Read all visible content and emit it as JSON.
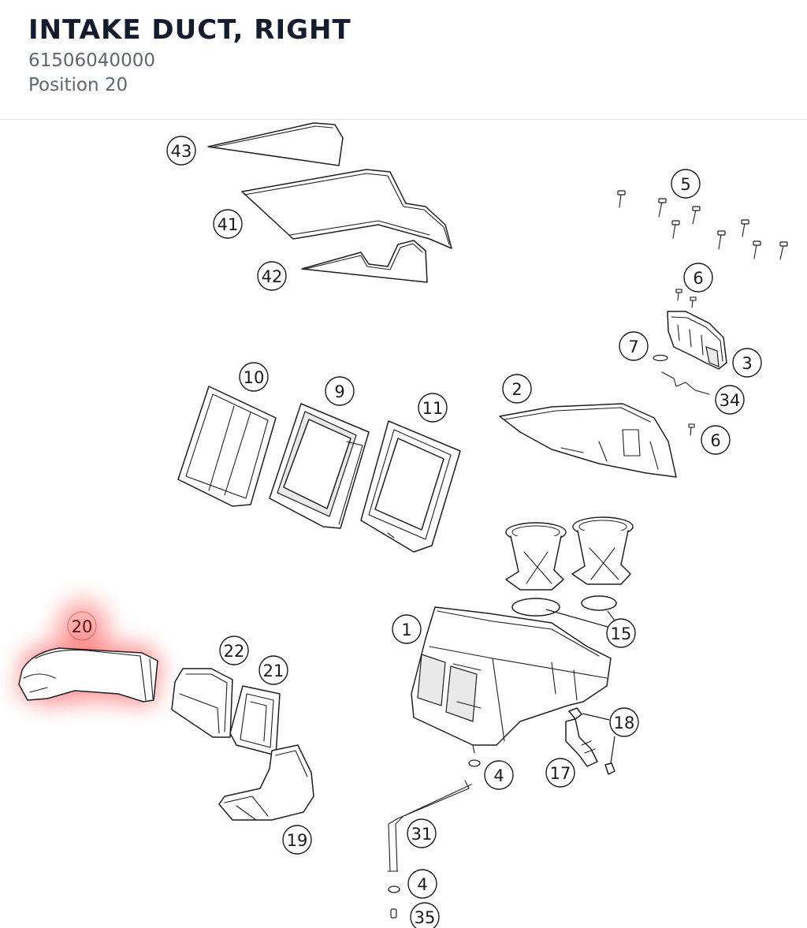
{
  "header": {
    "title": "INTAKE DUCT, RIGHT",
    "part_number": "61506040000",
    "position": "Position 20"
  },
  "highlight": {
    "position_label": "20",
    "color": "#ff3b3b"
  },
  "callouts": [
    {
      "id": "c43",
      "label": "43"
    },
    {
      "id": "c41",
      "label": "41"
    },
    {
      "id": "c42",
      "label": "42"
    },
    {
      "id": "c5",
      "label": "5"
    },
    {
      "id": "c6a",
      "label": "6"
    },
    {
      "id": "c7",
      "label": "7"
    },
    {
      "id": "c3",
      "label": "3"
    },
    {
      "id": "c34",
      "label": "34"
    },
    {
      "id": "c6b",
      "label": "6"
    },
    {
      "id": "c10",
      "label": "10"
    },
    {
      "id": "c9",
      "label": "9"
    },
    {
      "id": "c11",
      "label": "11"
    },
    {
      "id": "c2",
      "label": "2"
    },
    {
      "id": "c1",
      "label": "1"
    },
    {
      "id": "c15",
      "label": "15"
    },
    {
      "id": "c20",
      "label": "20"
    },
    {
      "id": "c22",
      "label": "22"
    },
    {
      "id": "c21",
      "label": "21"
    },
    {
      "id": "c18",
      "label": "18"
    },
    {
      "id": "c4a",
      "label": "4"
    },
    {
      "id": "c17",
      "label": "17"
    },
    {
      "id": "c19",
      "label": "19"
    },
    {
      "id": "c31",
      "label": "31"
    },
    {
      "id": "c4b",
      "label": "4"
    },
    {
      "id": "c35",
      "label": "35"
    }
  ]
}
